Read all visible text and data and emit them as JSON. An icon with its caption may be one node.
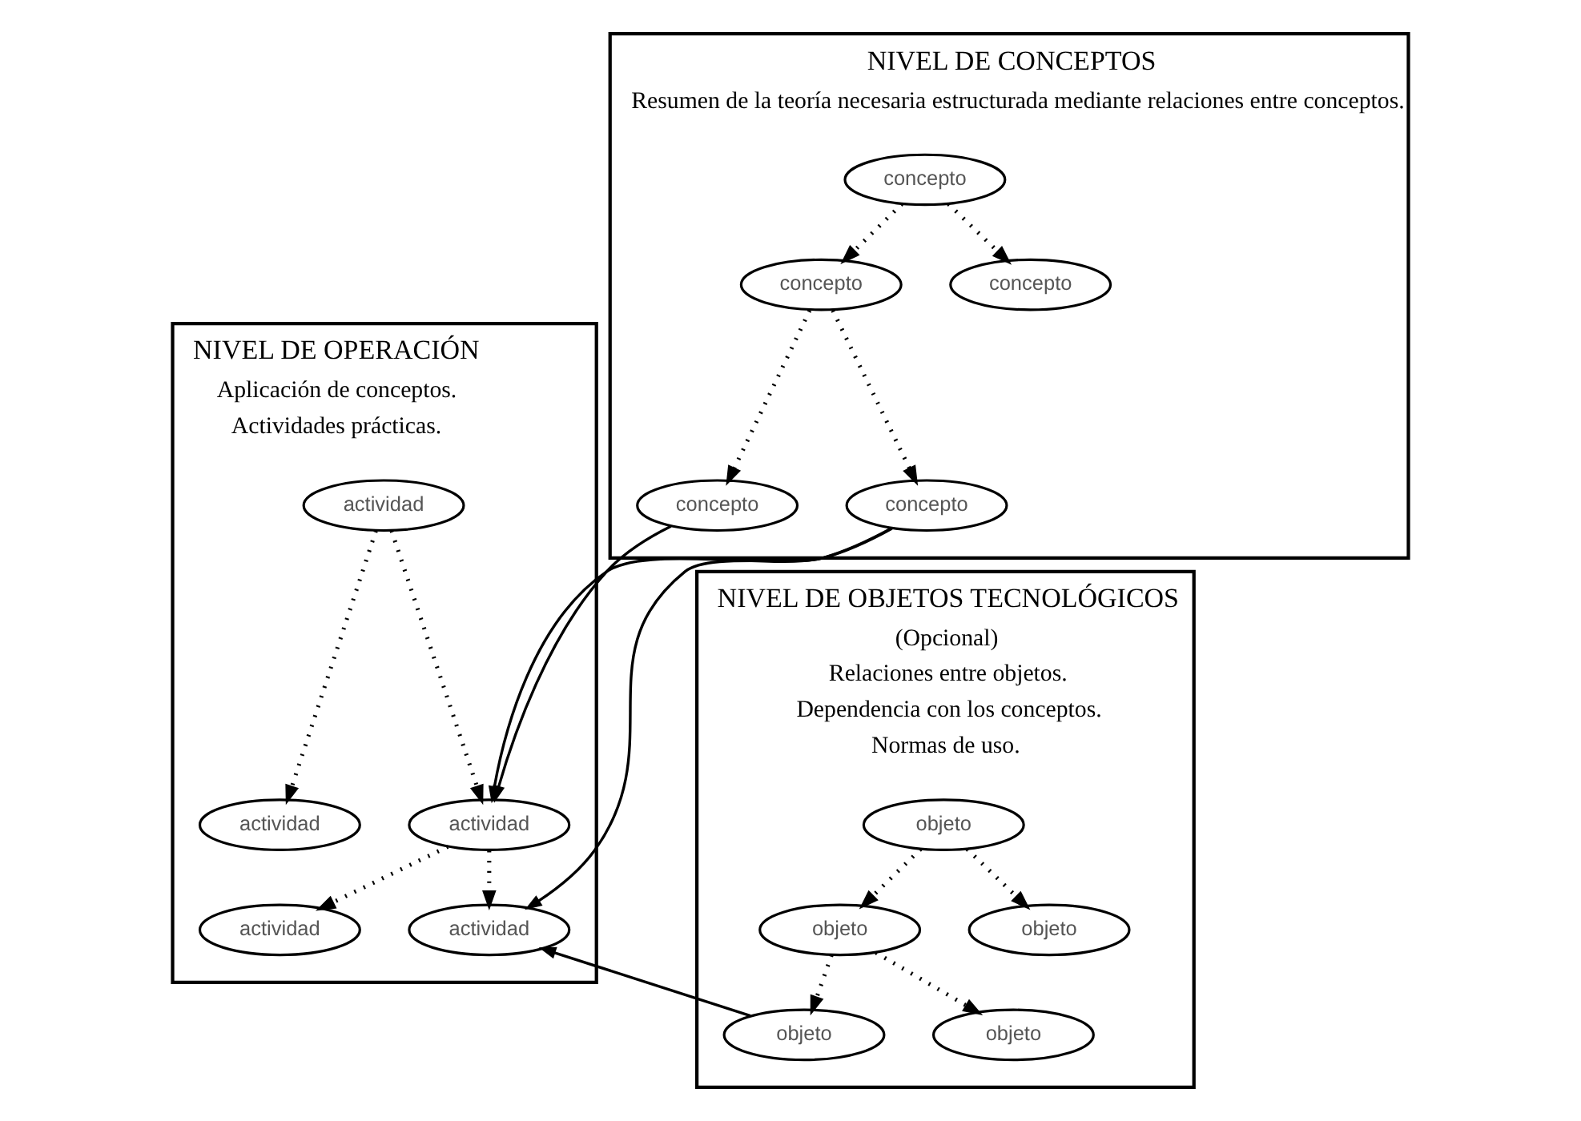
{
  "diagram": {
    "nodes": [
      {
        "text": [
          "NIVEL DE CONCEPTOS",
          "Resumen de la teoría necesaria estructurada mediante relaciones entre conceptos."
        ]
      },
      {
        "text": [
          "concepto"
        ],
        "in": 0
      },
      {
        "text": [
          "concepto"
        ],
        "in": 0
      },
      {
        "text": [
          "concepto"
        ],
        "in": 0
      },
      {
        "text": [
          "concepto"
        ],
        "in": 0
      },
      {
        "text": [
          "concepto"
        ],
        "in": 0
      },
      {
        "text": [
          "NIVEL DE OPERACIÓN",
          "Aplicación de conceptos.",
          "Actividades prácticas."
        ]
      },
      {
        "text": [
          "actividad"
        ],
        "in": 6
      },
      {
        "text": [
          "actividad"
        ],
        "in": 6
      },
      {
        "text": [
          "actividad"
        ],
        "in": 6
      },
      {
        "text": [
          "actividad"
        ],
        "in": 6
      },
      {
        "text": [
          "actividad"
        ],
        "in": 6
      },
      {
        "text": [
          "NIVEL DE OBJETOS TECNOLÓGICOS",
          "(Opcional)",
          "Relaciones entre objetos.",
          "Dependencia con los conceptos.",
          "Normas de uso."
        ]
      },
      {
        "text": [
          "objeto"
        ],
        "in": 12
      },
      {
        "text": [
          "objeto"
        ],
        "in": 12
      },
      {
        "text": [
          "objeto"
        ],
        "in": 12
      },
      {
        "text": [
          "objeto"
        ],
        "in": 12
      },
      {
        "text": [
          "objeto"
        ],
        "in": 12
      }
    ],
    "edges": [
      {
        "from": 1,
        "to": 2,
        "arrow": "to",
        "style": "dashed"
      },
      {
        "from": 1,
        "to": 3,
        "arrow": "to",
        "style": "dashed"
      },
      {
        "from": 2,
        "to": 4,
        "arrow": "to",
        "style": "dashed"
      },
      {
        "from": 2,
        "to": 5,
        "arrow": "to",
        "style": "dashed"
      },
      {
        "from": 7,
        "to": 8,
        "arrow": "to",
        "style": "dashed"
      },
      {
        "from": 7,
        "to": 9,
        "arrow": "to",
        "style": "dashed"
      },
      {
        "from": 8,
        "to": 10,
        "arrow": "to",
        "style": "dashed"
      },
      {
        "from": 8,
        "to": 11,
        "arrow": "to",
        "style": "dashed"
      },
      {
        "from": 13,
        "to": 14,
        "arrow": "to",
        "style": "dashed"
      },
      {
        "from": 13,
        "to": 15,
        "arrow": "to",
        "style": "dashed"
      },
      {
        "from": 14,
        "to": 16,
        "arrow": "to",
        "style": "dashed"
      },
      {
        "from": 14,
        "to": 17,
        "arrow": "to",
        "style": "dashed"
      },
      {
        "from": 4,
        "to": 10,
        "arrow": "to"
      },
      {
        "from": 4,
        "to": 8,
        "arrow": "to"
      },
      {
        "from": 5,
        "to": 8,
        "arrow": "to"
      },
      {
        "from": 16,
        "to": 10,
        "arrow": "to"
      }
    ]
  }
}
